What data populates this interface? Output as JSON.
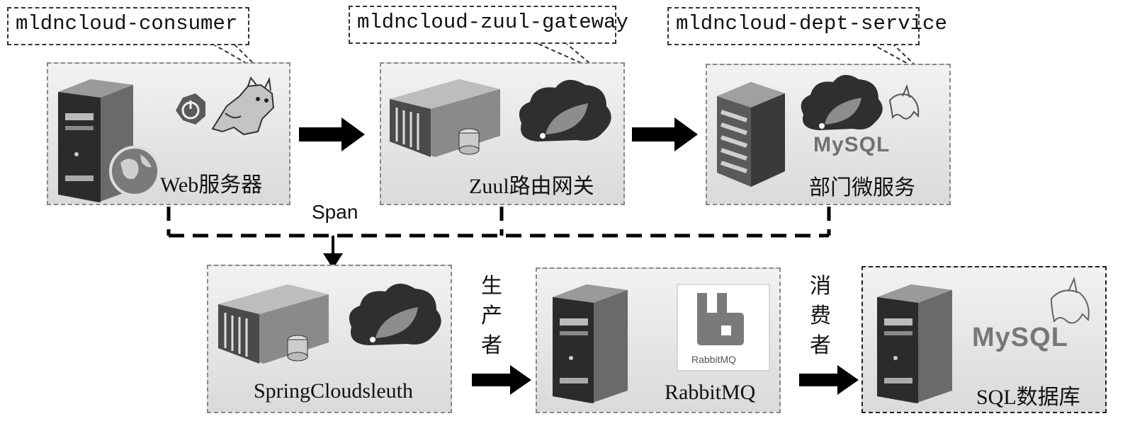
{
  "callouts": {
    "consumer": "mldncloud-consumer",
    "gateway": "mldncloud-zuul-gateway",
    "dept": "mldncloud-dept-service"
  },
  "nodes": {
    "web": "Web服务器",
    "zuul": "Zuul路由网关",
    "dept": "部门微服务",
    "sleuth": "SpringCloudsleuth",
    "rabbit": "RabbitMQ",
    "sql": "SQL数据库"
  },
  "edge_labels": {
    "span": "Span",
    "producer": "生产者",
    "consumer": "消费者"
  },
  "logos": {
    "mysql_a": "MySQL",
    "mysql_b": "MySQL",
    "rabbit_logo_text": "RabbitMQ"
  },
  "icons": [
    "server-tower-icon",
    "globe-icon",
    "power-icon",
    "tomcat-icon",
    "rack-server-icon",
    "spring-cloud-icon",
    "storage-array-icon",
    "mysql-dolphin-icon",
    "rabbitmq-icon"
  ]
}
